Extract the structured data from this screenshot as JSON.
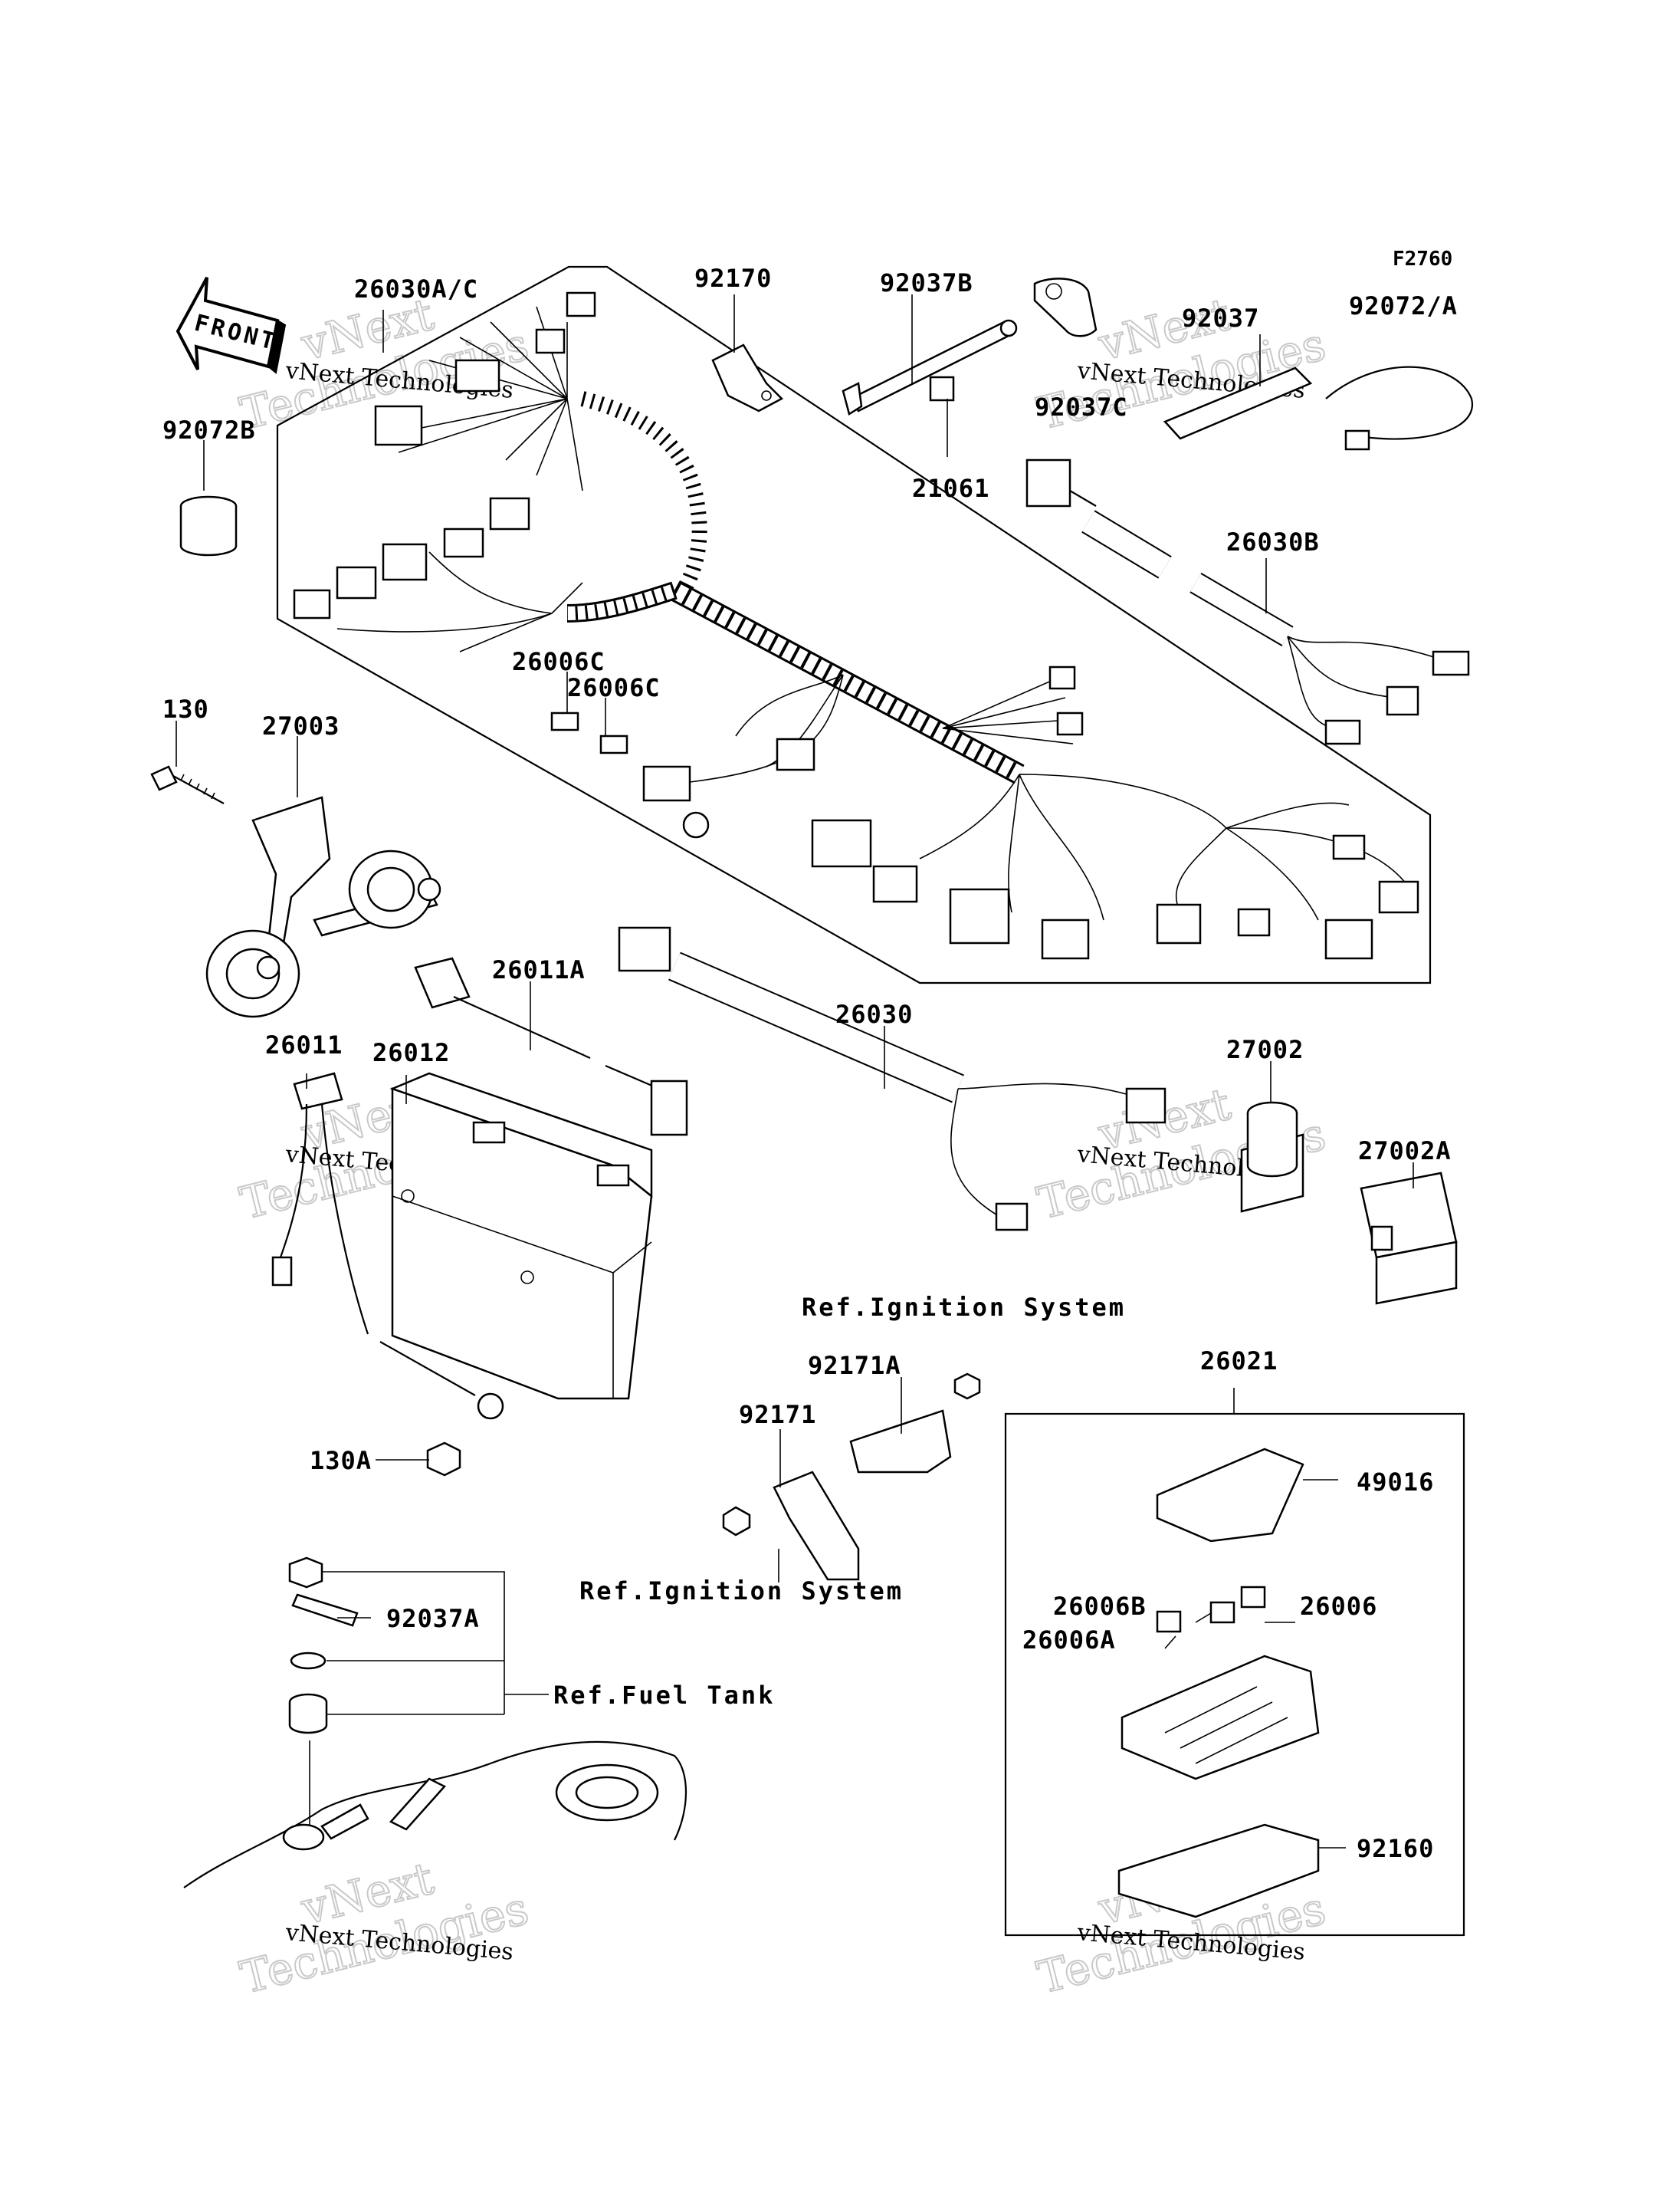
{
  "figure_code": "F2760",
  "front_label": "FRONT",
  "watermark": {
    "small": "vNext Technologies",
    "big_line1": "vNext",
    "big_line2": "Technologies"
  },
  "labels": {
    "p26030AC": "26030A/C",
    "p92170": "92170",
    "p92037B": "92037B",
    "p92037": "92037",
    "p92072A": "92072/A",
    "p92072B": "92072B",
    "p92037C": "92037C",
    "p21061": "21061",
    "p26030B": "26030B",
    "p26006C_1": "26006C",
    "p26006C_2": "26006C",
    "p130": "130",
    "p27003": "27003",
    "p26011A": "26011A",
    "p26030": "26030",
    "p26011": "26011",
    "p26012": "26012",
    "p27002": "27002",
    "p27002A": "27002A",
    "p92171A": "92171A",
    "p92171": "92171",
    "p130A": "130A",
    "p26021": "26021",
    "p49016": "49016",
    "p26006B": "26006B",
    "p26006": "26006",
    "p26006A": "26006A",
    "p92037A": "92037A",
    "p92160": "92160"
  },
  "refs": {
    "ignition_top": "Ref.Ignition System",
    "ignition_bottom": "Ref.Ignition System",
    "fuel_tank": "Ref.Fuel Tank"
  }
}
